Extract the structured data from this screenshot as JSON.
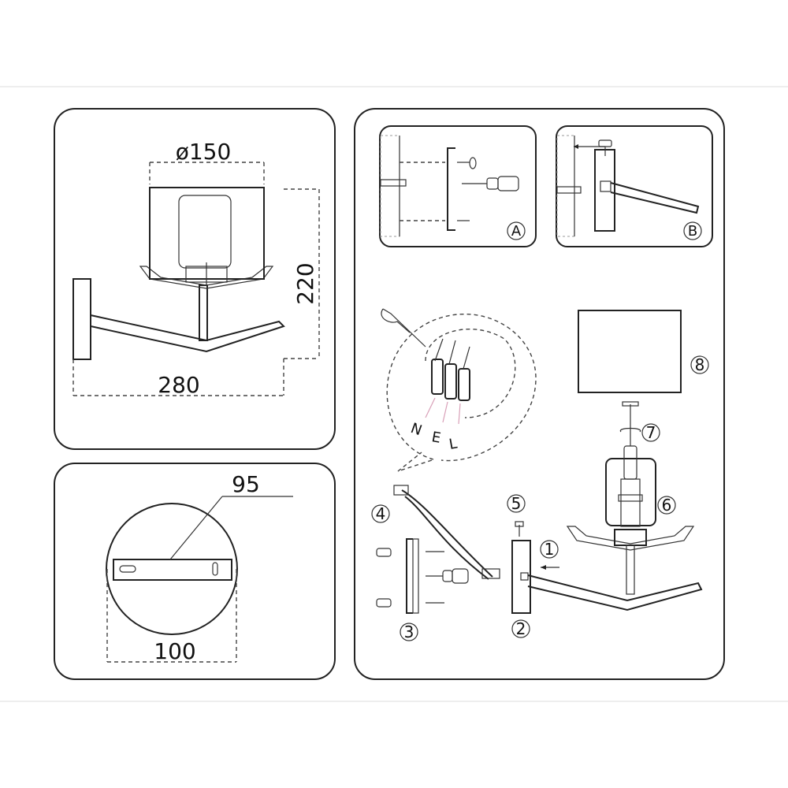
{
  "dimensions": {
    "shade_diameter": "ø150",
    "height": "220",
    "length": "280",
    "plate_diameter": "100",
    "plate_screw_spacing": "95"
  },
  "detail_labels": {
    "a": "A",
    "b": "B"
  },
  "wire_labels": {
    "neutral": "N",
    "earth": "E",
    "live": "L"
  },
  "steps": [
    "1",
    "2",
    "3",
    "4",
    "5",
    "6",
    "7",
    "8"
  ]
}
